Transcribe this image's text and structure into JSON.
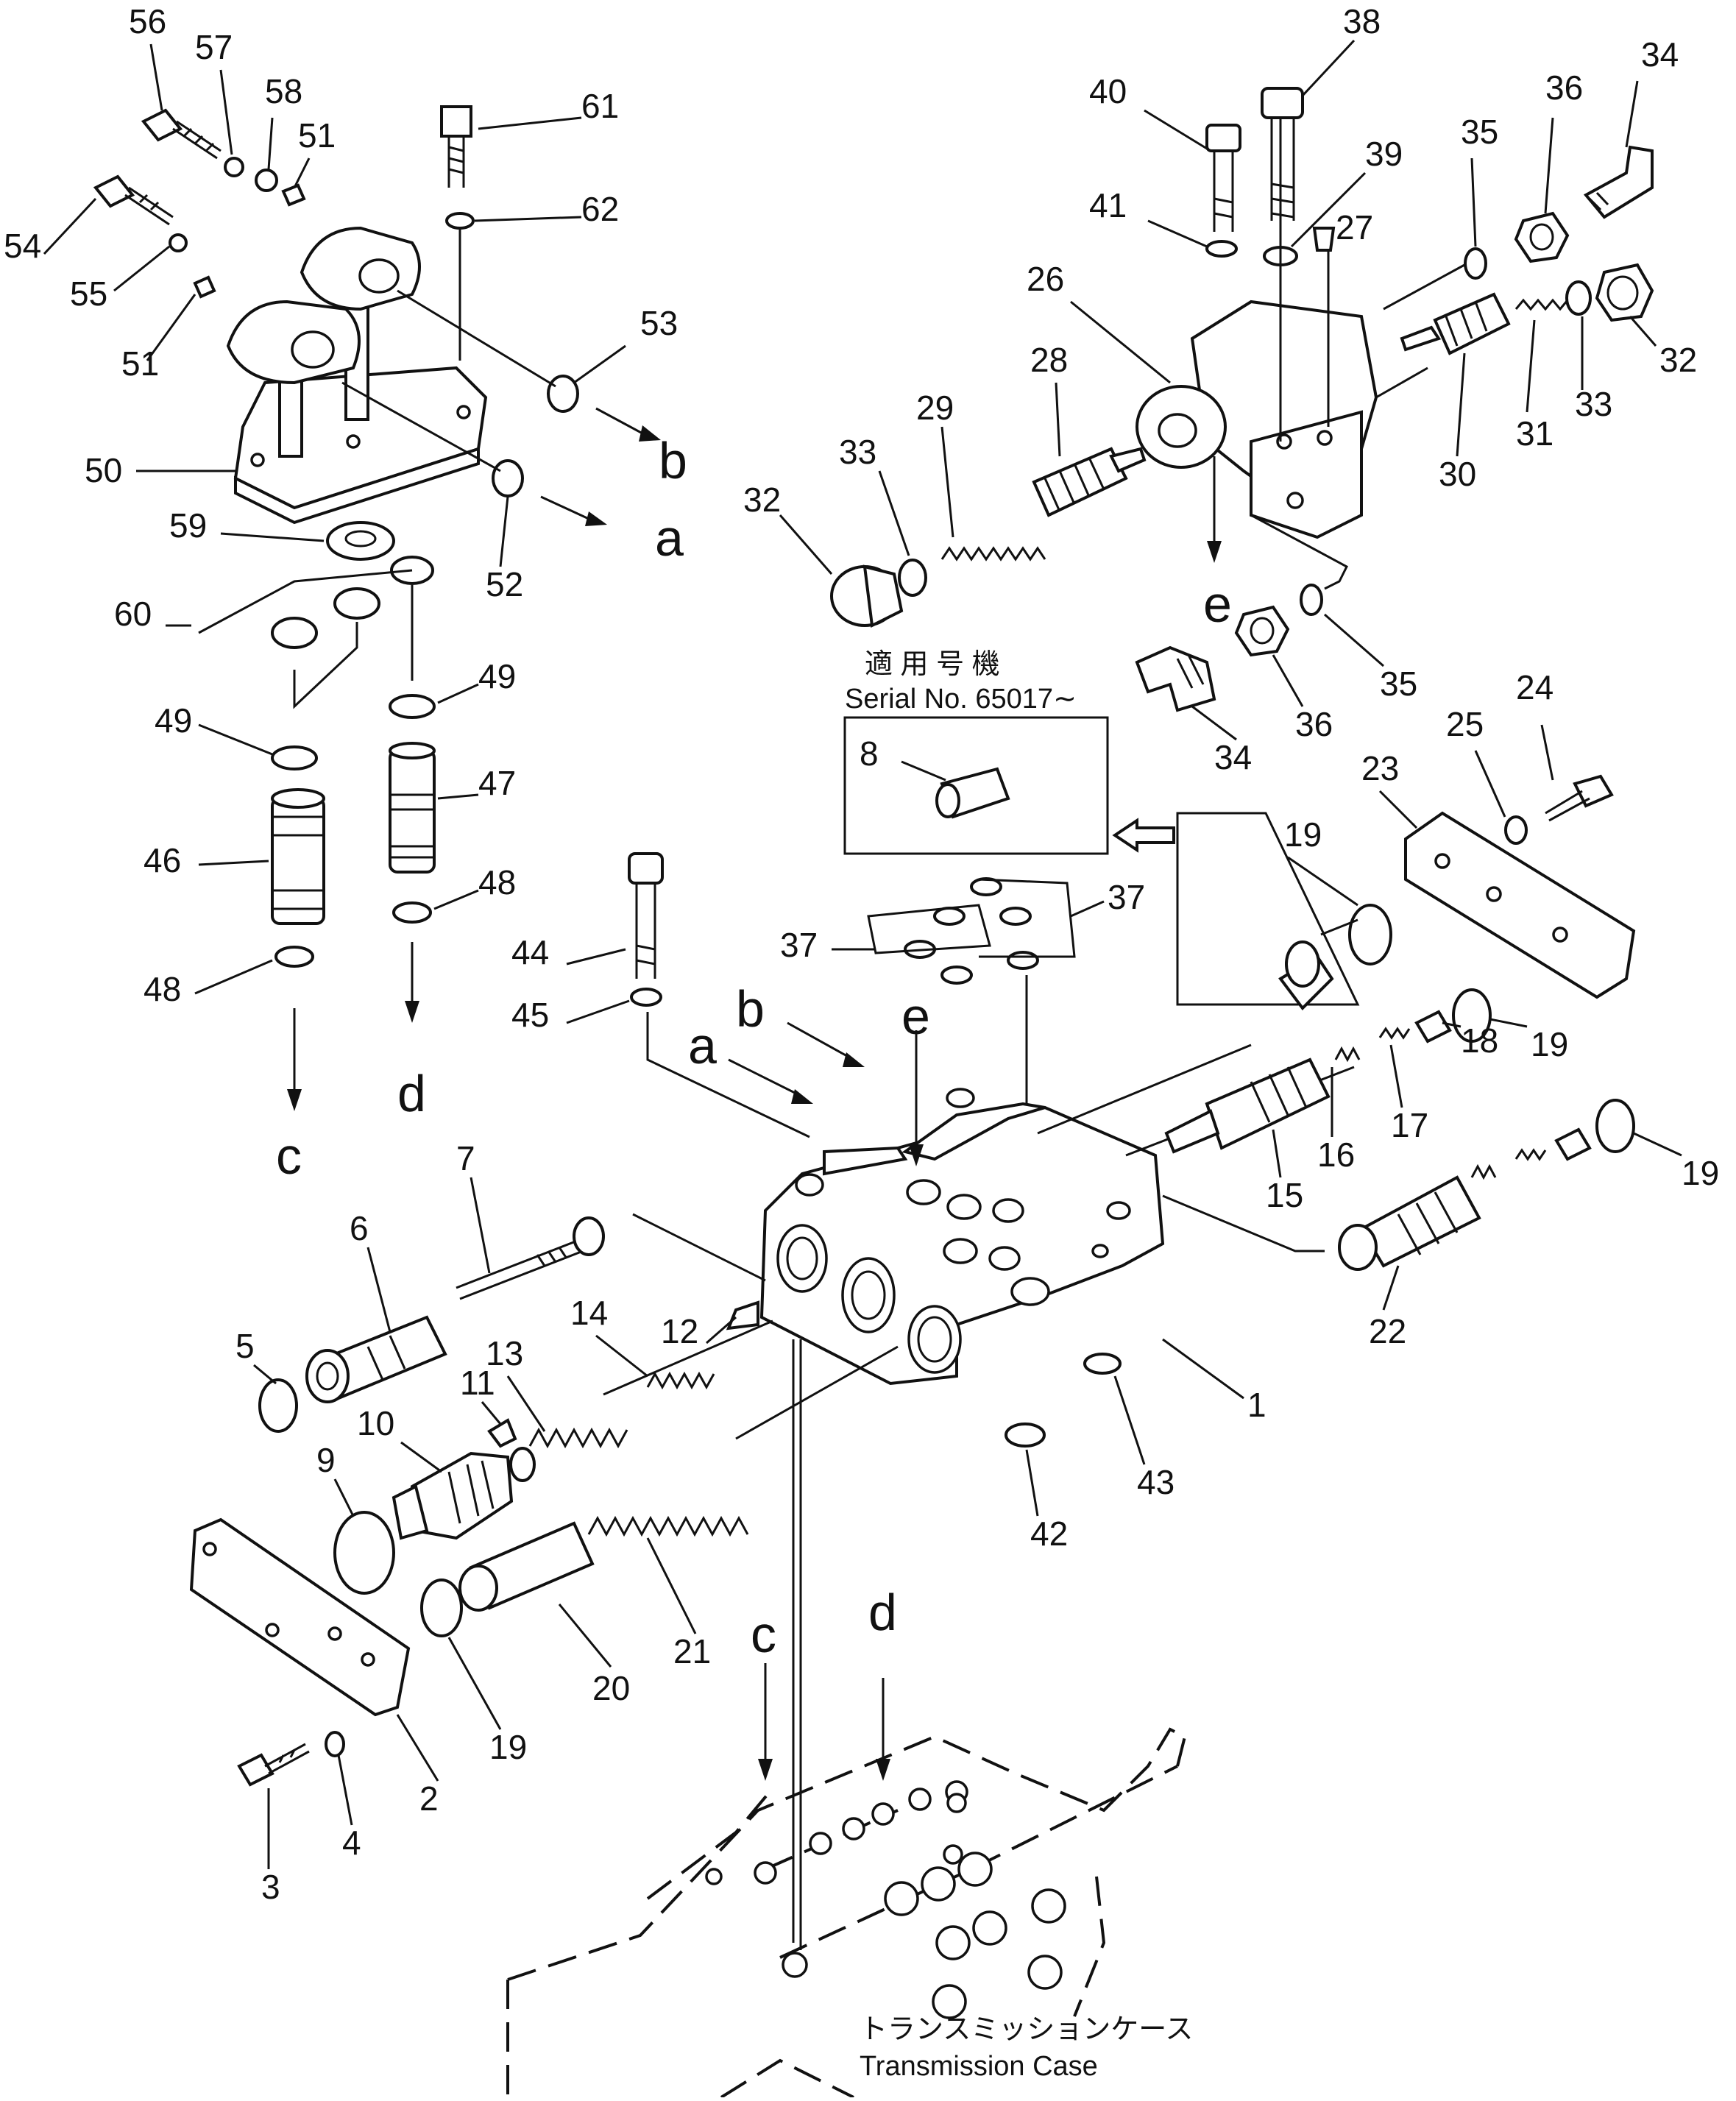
{
  "notes": {
    "serial_jp": "適 用 号 機",
    "serial_en": "Serial No. 65017∼",
    "case_jp": "トランスミッションケース",
    "case_en": "Transmission Case"
  },
  "letters": [
    "a",
    "b",
    "c",
    "d",
    "e"
  ],
  "callouts": [
    "1",
    "2",
    "3",
    "4",
    "5",
    "6",
    "7",
    "8",
    "9",
    "10",
    "11",
    "12",
    "13",
    "14",
    "15",
    "16",
    "17",
    "18",
    "19",
    "20",
    "21",
    "22",
    "23",
    "24",
    "25",
    "26",
    "27",
    "28",
    "29",
    "30",
    "31",
    "32",
    "33",
    "34",
    "35",
    "36",
    "37",
    "38",
    "39",
    "40",
    "41",
    "42",
    "43",
    "44",
    "45",
    "46",
    "47",
    "48",
    "49",
    "50",
    "51",
    "52",
    "53",
    "54",
    "55",
    "56",
    "57",
    "58",
    "59",
    "60",
    "61",
    "62"
  ]
}
